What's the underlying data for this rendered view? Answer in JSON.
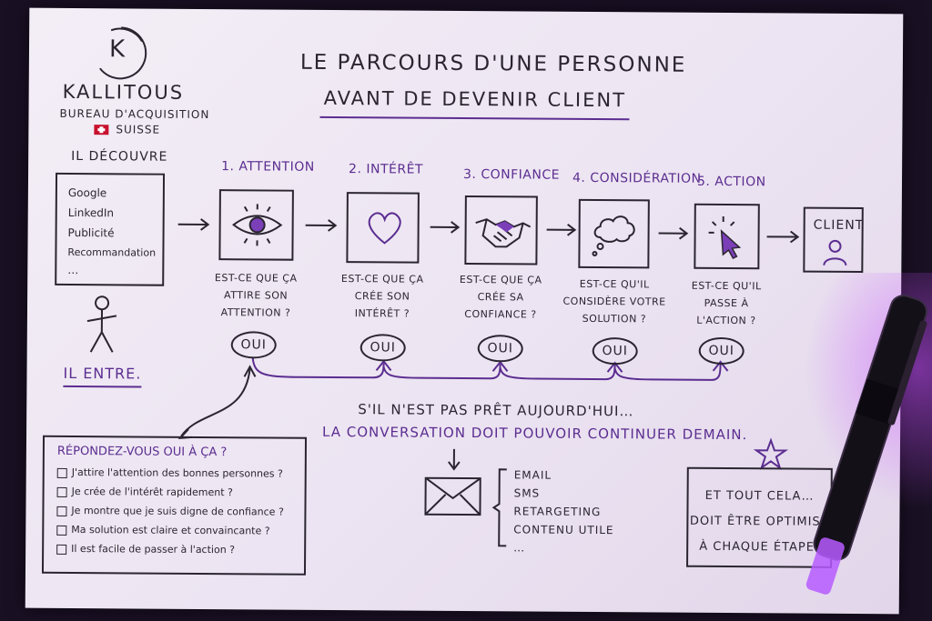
{
  "brand": {
    "logo_letter": "K",
    "name": "KALLITOUS",
    "subtitle": "BUREAU D'ACQUISITION",
    "country": "SUISSE"
  },
  "title": {
    "line1": "LE PARCOURS D'UNE PERSONNE",
    "line2": "AVANT DE DEVENIR CLIENT"
  },
  "discover": {
    "heading": "IL DÉCOUVRE",
    "items": [
      "Google",
      "LinkedIn",
      "Publicité",
      "Recommandation",
      "…"
    ],
    "enters": "IL ENTRE."
  },
  "steps": [
    {
      "title": "1. ATTENTION",
      "icon": "eye-icon",
      "q1": "EST-CE QUE ÇA",
      "q2": "ATTIRE SON",
      "q3": "ATTENTION ?",
      "answer": "OUI"
    },
    {
      "title": "2. INTÉRÊT",
      "icon": "heart-icon",
      "q1": "EST-CE QUE ÇA",
      "q2": "CRÉE SON",
      "q3": "INTÉRÊT ?",
      "answer": "OUI"
    },
    {
      "title": "3. CONFIANCE",
      "icon": "handshake-icon",
      "q1": "EST-CE QUE ÇA",
      "q2": "CRÉE SA",
      "q3": "CONFIANCE ?",
      "answer": "OUI"
    },
    {
      "title": "4. CONSIDÉRATION",
      "icon": "thought-cloud-icon",
      "q1": "EST-CE QU'IL",
      "q2": "CONSIDÈRE VOTRE",
      "q3": "SOLUTION ?",
      "answer": "OUI"
    },
    {
      "title": "5. ACTION",
      "icon": "cursor-click-icon",
      "q1": "EST-CE QU'IL",
      "q2": "PASSE À",
      "q3": "L'ACTION ?",
      "answer": "OUI"
    }
  ],
  "client": {
    "label": "CLIENT",
    "icon": "person-icon"
  },
  "followup": {
    "line1": "S'IL N'EST PAS PRÊT AUJOURD'HUI…",
    "line2": "LA CONVERSATION DOIT POUVOIR CONTINUER DEMAIN.",
    "channels": [
      "EMAIL",
      "SMS",
      "RETARGETING",
      "CONTENU UTILE",
      "…"
    ],
    "icon": "envelope-icon"
  },
  "checklist": {
    "heading": "RÉPONDEZ-VOUS OUI À ÇA ?",
    "items": [
      "J'attire l'attention des bonnes personnes ?",
      "Je crée de l'intérêt rapidement ?",
      "Je montre que je suis digne de confiance ?",
      "Ma solution est claire et convaincante ?",
      "Il est facile de passer à l'action ?"
    ]
  },
  "note": {
    "line1": "ET TOUT CELA…",
    "line2": "DOIT ÊTRE OPTIMISÉ",
    "line3": "À CHAQUE ÉTAPE."
  },
  "colors": {
    "accent": "#5b2d90",
    "ink": "#2a2530",
    "paper": "#efe9f3"
  }
}
